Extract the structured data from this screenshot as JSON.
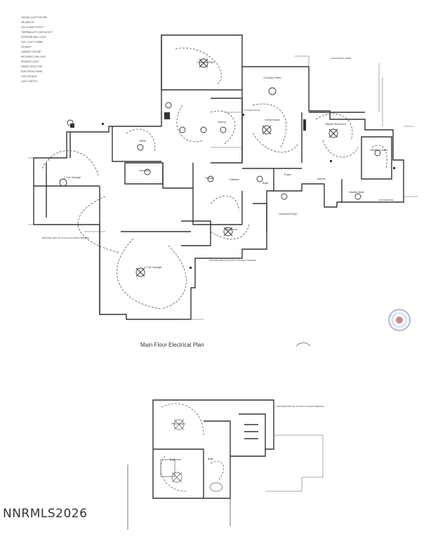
{
  "drawing": {
    "title": "Main Floor Electrical Plan",
    "watermark": "NNRMLS2026",
    "legend": [
      "CEILING LIGHT FIXTURE",
      "3W SWITCH",
      "110v 20 AMP OUTLET",
      "THERMALUX FLOOR OUTLET",
      "EXTERIOR WALL LIGHT",
      "FAN / LIGHT COMBO",
      "EXHAUST",
      "CABINET FIXTURE",
      "RECESSED CAN LIGHT",
      "PENDANT LIGHT",
      "SMOKE DETECTOR",
      "ELECTRICAL PANEL",
      "LOW VOLTAGE",
      "LIGHT SWITCH"
    ]
  },
  "rooms": {
    "covered_patio_left": "Covered Patio",
    "covered_patio_right": "Covered Patio",
    "office": "Office",
    "dining": "Dining",
    "great_room": "Great Room",
    "master_bedroom": "Master Bedroom",
    "master_closet": "Master Closet",
    "master_bath": "Master Bath",
    "laundry": "Laundry",
    "pantry": "Pantry",
    "kitchen": "Kitchen",
    "bath": "Bath",
    "foyer": "Foyer",
    "alcove": "Alcove",
    "covered_entry": "Covered Entry",
    "bedroom": "Bedroom",
    "garage_1car": "1 Car Garage",
    "garage_2car": "2 Car Garage",
    "flex_room": "Flex Room",
    "upper_bedroom": "Bedroom",
    "upper_bath": "Bath"
  },
  "notes": {
    "garage_note": "PROVIDE SWITCH AT ATTIC ACCESS OPENING",
    "entry_note": "PROVIDE SWITCH AT ATTIC ACCESS OPENING",
    "upper_note": "PROVIDE SWITCH AT ATTIC ACCESS OPENING",
    "outlet_note": "FLOOR OUTLET",
    "panel_note": "ELECTRICAL PANEL",
    "east_note": "SUB SERVICE"
  }
}
